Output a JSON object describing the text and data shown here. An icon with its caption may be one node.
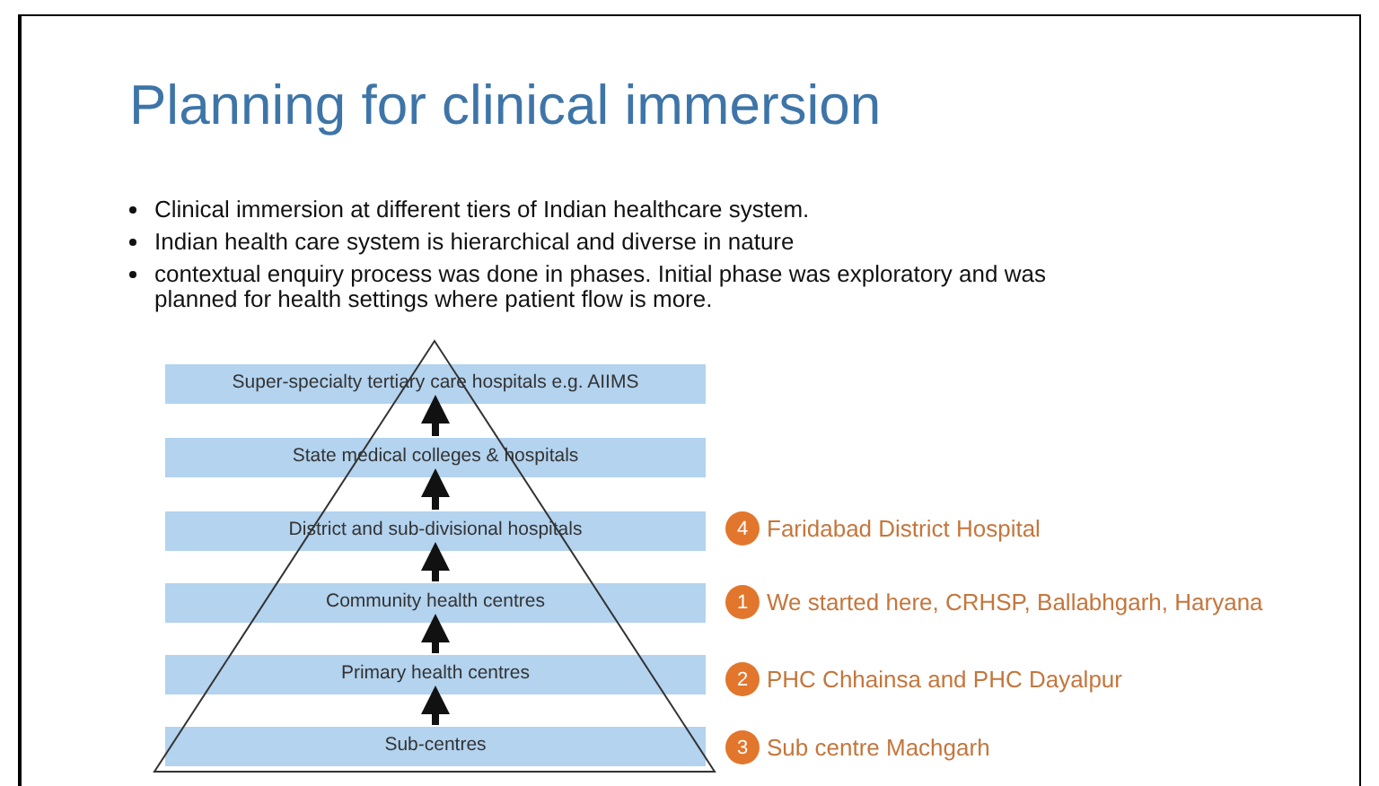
{
  "diagram": {
    "title": "Planning for clinical immersion",
    "nodes": [
      {
        "text": [
          "Super-specialty tertiary care hospitals e.g. AIIMS"
        ]
      },
      {
        "text": [
          "State medical colleges & hospitals"
        ]
      },
      {
        "text": [
          "District and sub-divisional hospitals"
        ]
      },
      {
        "text": [
          "Community health centres"
        ]
      },
      {
        "text": [
          "Primary health centres"
        ]
      },
      {
        "text": [
          "Sub-centres"
        ]
      },
      {
        "text": [
          "4"
        ],
        "beside": [
          "Faridabad District Hospital"
        ]
      },
      {
        "text": [
          "1"
        ],
        "beside": [
          "We started here, CRHSP, Ballabhgarh, Haryana"
        ]
      },
      {
        "text": [
          "2"
        ],
        "beside": [
          "PHC Chhainsa and PHC Dayalpur"
        ]
      },
      {
        "text": [
          "3"
        ],
        "beside": [
          "Sub centre Machgarh"
        ]
      }
    ],
    "edges": [
      {
        "from": 1,
        "to": 0,
        "arrow": "to"
      },
      {
        "from": 2,
        "to": 1,
        "arrow": "to"
      },
      {
        "from": 3,
        "to": 2,
        "arrow": "to"
      },
      {
        "from": 4,
        "to": 3,
        "arrow": "to"
      },
      {
        "from": 5,
        "to": 4,
        "arrow": "to"
      }
    ],
    "labels": [
      "Clinical immersion at different tiers of Indian healthcare system.",
      "Indian health care system is hierarchical and diverse in nature",
      "contextual enquiry process was done in phases. Initial phase was exploratory and was planned for health settings where patient flow is more."
    ]
  }
}
